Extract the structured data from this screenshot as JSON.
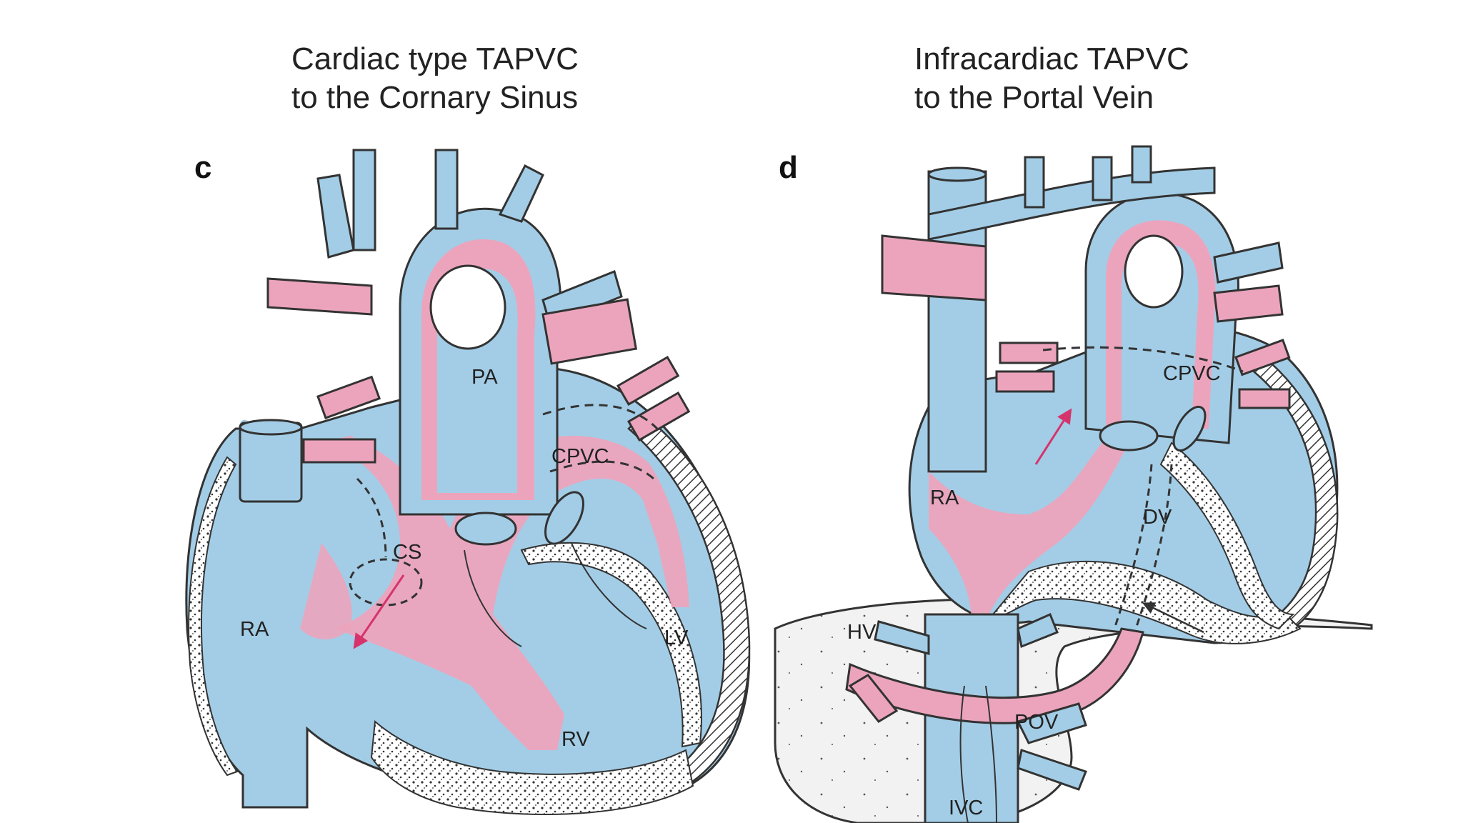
{
  "colors": {
    "blue": "#a3cde6",
    "pink": "#eca4bd",
    "outline": "#333333",
    "arrow": "#d6336c",
    "liver": "#f2f2f2"
  },
  "panel_c": {
    "letter": "c",
    "title_line1": "Cardiac type TAPVC",
    "title_line2": "to the Cornary  Sinus",
    "labels": {
      "pa": "PA",
      "cpvc": "CPVC",
      "cs": "CS",
      "ra": "RA",
      "lv": "LV",
      "rv": "RV"
    }
  },
  "panel_d": {
    "letter": "d",
    "title_line1": "Infracardiac TAPVC",
    "title_line2": "to the Portal Vein",
    "labels": {
      "cpvc": "CPVC",
      "ra": "RA",
      "dv": "DV",
      "hv": "HV",
      "pov": "POV",
      "ivc": "IVC"
    }
  }
}
